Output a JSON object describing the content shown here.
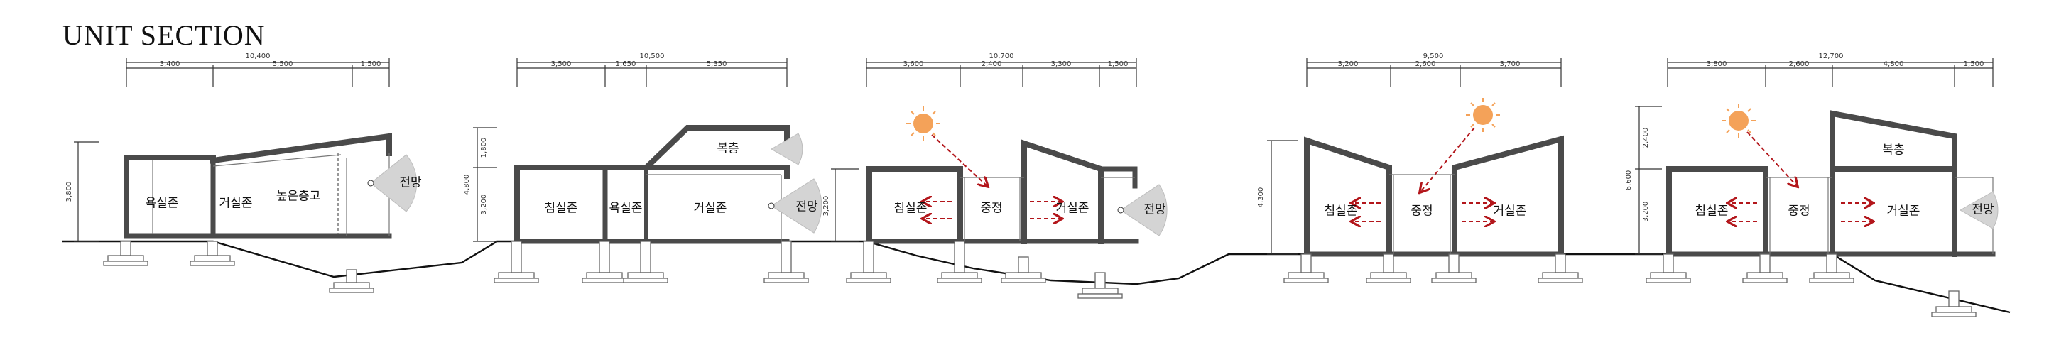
{
  "title": "UNIT SECTION",
  "units": [
    {
      "total": "10,400",
      "segments": [
        "3,400",
        "5,500",
        "1,500"
      ],
      "heights": [
        "3,800"
      ],
      "rooms": [
        "욕실존",
        "거실존",
        "높은층고"
      ],
      "view": "전망"
    },
    {
      "total": "10,500",
      "segments": [
        "3,500",
        "1,650",
        "5,350"
      ],
      "heights": [
        "1,800",
        "4,800",
        "3,200"
      ],
      "rooms": [
        "침실존",
        "욕실존",
        "거실존",
        "복층"
      ],
      "view": "전망"
    },
    {
      "total": "10,700",
      "segments": [
        "3,600",
        "2,400",
        "3,300",
        "1,500"
      ],
      "heights": [
        "3,200"
      ],
      "rooms": [
        "침실존",
        "중정",
        "거실존"
      ],
      "view": "전망"
    },
    {
      "total": "9,500",
      "segments": [
        "3,200",
        "2,600",
        "3,700"
      ],
      "heights": [
        "4,300"
      ],
      "rooms": [
        "침실존",
        "중정",
        "거실존"
      ]
    },
    {
      "total": "12,700",
      "segments": [
        "3,800",
        "2,600",
        "4,800",
        "1,500"
      ],
      "heights": [
        "2,400",
        "6,600",
        "3,200"
      ],
      "rooms": [
        "침실존",
        "중정",
        "거실존",
        "복층"
      ],
      "view": "전망"
    }
  ],
  "colors": {
    "sun": "#f4a259",
    "arrow": "#b3161b",
    "wall": "#4a4a4a",
    "view_cone": "#d4d4d4"
  }
}
